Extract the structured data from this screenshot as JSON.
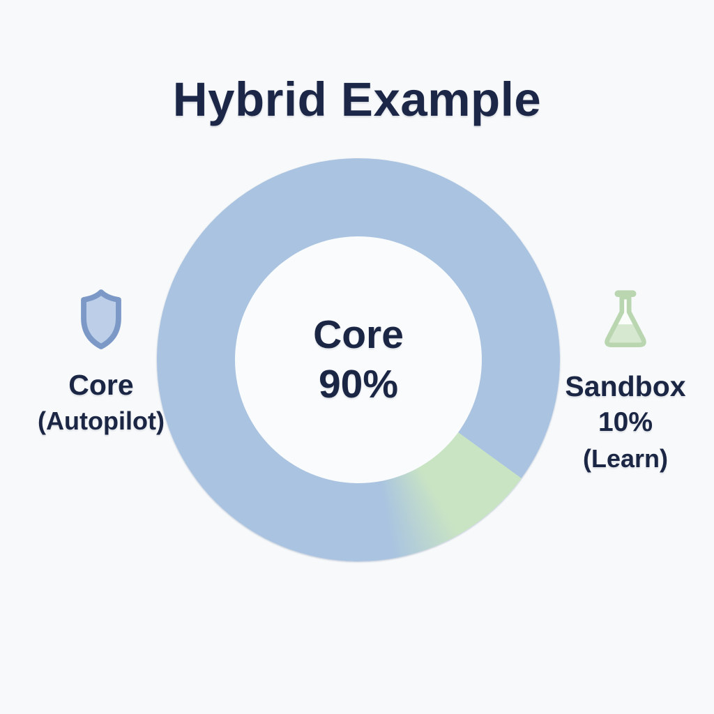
{
  "title": "Hybrid Example",
  "chart_data": {
    "type": "pie",
    "subtype": "donut",
    "title": "Hybrid Example",
    "categories": [
      "Core",
      "Sandbox"
    ],
    "values": [
      90,
      10
    ],
    "unit": "%",
    "series_colors": [
      "#a9c3e1",
      "#c9e4c3"
    ],
    "segment_start_deg": 126,
    "soft_blend_deg": 20,
    "center_label_lines": [
      "Core",
      "90%"
    ],
    "legend_position": "sides",
    "legend": [
      {
        "label": "Core",
        "qualifier": "(Autopilot)",
        "icon": "shield"
      },
      {
        "label": "Sandbox",
        "value": "10%",
        "qualifier": "(Learn)",
        "icon": "flask"
      }
    ]
  },
  "center_label": {
    "line1": "Core",
    "line2": "90%"
  },
  "left_legend": {
    "icon": "shield-icon",
    "name": "Core",
    "qualifier": "(Autopilot)"
  },
  "right_legend": {
    "icon": "flask-icon",
    "name": "Sandbox",
    "value": "10%",
    "qualifier": "(Learn)"
  },
  "colors": {
    "background": "#f7f9fa",
    "text_navy": "#1b2544",
    "core_blue": "#a9c3e1",
    "sandbox_green": "#c9e4c3",
    "shield_stroke": "#7b98c6",
    "shield_fill": "#bdcfe8",
    "flask_stroke": "#bad6b1",
    "flask_liquid": "#d7e8d0",
    "flask_body": "#fbfdfa"
  }
}
